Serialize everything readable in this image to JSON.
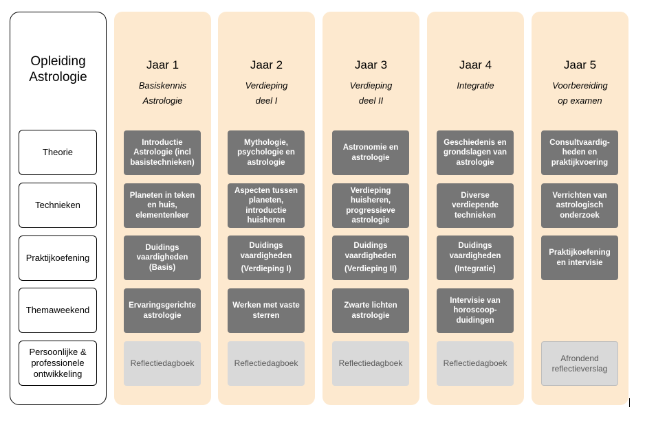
{
  "program_title": [
    "Opleiding",
    "Astrologie"
  ],
  "rows": [
    {
      "label": "Theorie"
    },
    {
      "label": "Technieken"
    },
    {
      "label": "Praktijkoefening"
    },
    {
      "label": "Themaweekend"
    },
    {
      "label": "Persoonlijke & professionele ontwikkeling"
    }
  ],
  "years": [
    {
      "title": "Jaar 1",
      "subtitle": [
        "Basiskennis",
        "Astrologie"
      ],
      "cells": [
        {
          "lines": [
            "Introductie",
            "Astrologie (incl",
            "basistechnieken)"
          ]
        },
        {
          "lines": [
            "Planeten in teken",
            "en huis,",
            "elementenleer"
          ]
        },
        {
          "lines": [
            "Duidings",
            "vaardigheden",
            "(Basis)"
          ]
        },
        {
          "lines": [
            "Ervaringsgerichte",
            "astrologie"
          ]
        },
        {
          "lines": [
            "Reflectiedagboek"
          ]
        }
      ]
    },
    {
      "title": "Jaar 2",
      "subtitle": [
        "Verdieping",
        "deel I"
      ],
      "cells": [
        {
          "lines": [
            "Mythologie,",
            "psychologie en",
            "astrologie"
          ]
        },
        {
          "lines": [
            "Aspecten tussen",
            "planeten,",
            "introductie",
            "huisheren"
          ]
        },
        {
          "lines": [
            "Duidings",
            "vaardigheden",
            "",
            "(Verdieping I)"
          ]
        },
        {
          "lines": [
            "Werken met vaste",
            "sterren"
          ]
        },
        {
          "lines": [
            "Reflectiedagboek"
          ]
        }
      ]
    },
    {
      "title": "Jaar 3",
      "subtitle": [
        "Verdieping",
        "deel II"
      ],
      "cells": [
        {
          "lines": [
            "Astronomie en",
            "astrologie"
          ]
        },
        {
          "lines": [
            "Verdieping",
            "huisheren,",
            "progressieve",
            "astrologie"
          ]
        },
        {
          "lines": [
            "Duidings",
            "vaardigheden",
            "",
            "(Verdieping II)"
          ]
        },
        {
          "lines": [
            "Zwarte lichten",
            "astrologie"
          ]
        },
        {
          "lines": [
            "Reflectiedagboek"
          ]
        }
      ]
    },
    {
      "title": "Jaar 4",
      "subtitle": [
        "Integratie"
      ],
      "cells": [
        {
          "lines": [
            "Geschiedenis en",
            "grondslagen van",
            "astrologie"
          ]
        },
        {
          "lines": [
            "Diverse",
            "verdiepende",
            "technieken"
          ]
        },
        {
          "lines": [
            "Duidings",
            "vaardigheden",
            "",
            "(Integratie)"
          ]
        },
        {
          "lines": [
            "Intervisie van",
            "horoscoop-",
            "duidingen"
          ]
        },
        {
          "lines": [
            "Reflectiedagboek"
          ]
        }
      ]
    },
    {
      "title": "Jaar 5",
      "subtitle": [
        "Voorbereiding",
        "op examen"
      ],
      "cells": [
        {
          "lines": [
            "Consultvaardig-",
            "heden en",
            "praktijkvoering"
          ]
        },
        {
          "lines": [
            "Verrichten van",
            "astrologisch",
            "onderzoek"
          ]
        },
        {
          "lines": [
            "Praktijkoefening",
            "en intervisie"
          ]
        },
        null,
        {
          "lines": [
            "Afrondend",
            "reflectieverslag"
          ]
        }
      ]
    }
  ],
  "colors": {
    "column_bg": "#fde9cf",
    "cell_dark": "#767676",
    "cell_light": "#d9d9d9"
  }
}
